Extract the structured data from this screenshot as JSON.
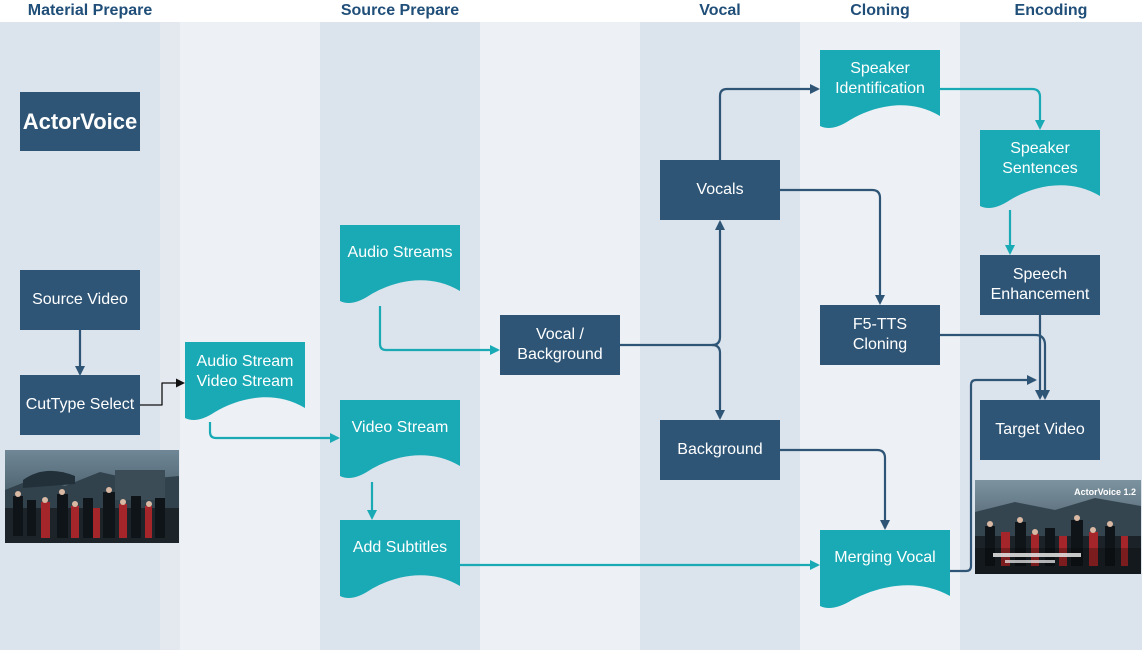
{
  "lanes": [
    {
      "id": "material",
      "title": "Material Prepare"
    },
    {
      "id": "source",
      "title": "Source Prepare"
    },
    {
      "id": "vocal",
      "title": "Vocal"
    },
    {
      "id": "cloning",
      "title": "Cloning"
    },
    {
      "id": "encoding",
      "title": "Encoding"
    }
  ],
  "nodes": {
    "actorvoice": "ActorVoice",
    "source_video": "Source Video",
    "cuttype_select": "CutType Select",
    "av_stream": "Audio Stream\nVideo Stream",
    "audio_streams": "Audio Streams",
    "video_stream": "Video Stream",
    "add_subtitles": "Add Subtitles",
    "vocal_background": "Vocal /\nBackground",
    "vocals": "Vocals",
    "background": "Background",
    "speaker_identification": "Speaker\nIdentification",
    "f5_tts_cloning": "F5-TTS\nCloning",
    "merging_vocal": "Merging Vocal",
    "speaker_sentences": "Speaker\nSentences",
    "speech_enhancement": "Speech\nEnhancement",
    "target_video": "Target Video"
  },
  "thumbnails": {
    "output_badge": "ActorVoice 1.2"
  },
  "colors": {
    "process": "#2f5576",
    "document": "#19aab5",
    "header_text": "#1f4e79",
    "lane_dark": "#dbe3ec",
    "lane_light": "#edf1f5"
  }
}
